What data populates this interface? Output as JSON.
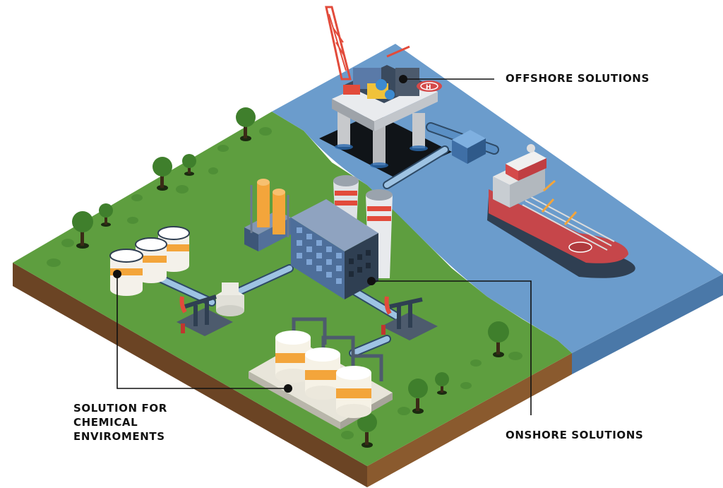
{
  "labels": {
    "offshore": "OFFSHORE SOLUTIONS",
    "onshore": "ONSHORE SOLUTIONS",
    "chemical_lines": [
      "SOLUTION FOR",
      "CHEMICAL",
      "ENVIROMENTS"
    ]
  },
  "colors": {
    "ground": "#5e9e3f",
    "soil_left": "#6b4424",
    "soil_right": "#8a5a2e",
    "water": "#6b9ccc",
    "water_side": "#4a78a8",
    "pipe": "#9ec3e3",
    "accent_orange": "#f3a53b",
    "building_blue": "#4d6e9a",
    "ship_red": "#c6464a",
    "ship_hull": "#2f3f52",
    "tree": "#3f7f2c",
    "callout_line": "#111111"
  },
  "icons": [
    "drilling-rig-icon",
    "tanker-ship-icon",
    "helipad-icon",
    "factory-icon",
    "cooling-tower-icon",
    "storage-tank-icon",
    "pump-jack-icon",
    "tree-icon"
  ]
}
